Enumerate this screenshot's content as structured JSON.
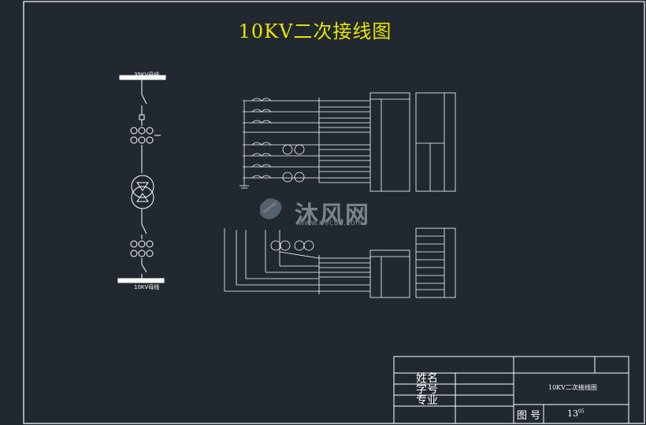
{
  "title": "10KV二次接线图",
  "diagram": {
    "top_bus_label": "35KV母线",
    "bottom_bus_label": "10KV母线",
    "watermark_text": "沐风网",
    "watermark_url": "www.mfcad.com"
  },
  "title_block": {
    "name_label": "姓名",
    "id_label": "学号",
    "major_label": "专业",
    "drawing_title": "10KV二次接线图",
    "drawing_no_label": "图 号",
    "drawing_no_value": "13",
    "drawing_no_sup": "05"
  },
  "colors": {
    "background": "#212830",
    "line": "#ffffff",
    "title": "#e8e600",
    "border": "#ffffff"
  }
}
